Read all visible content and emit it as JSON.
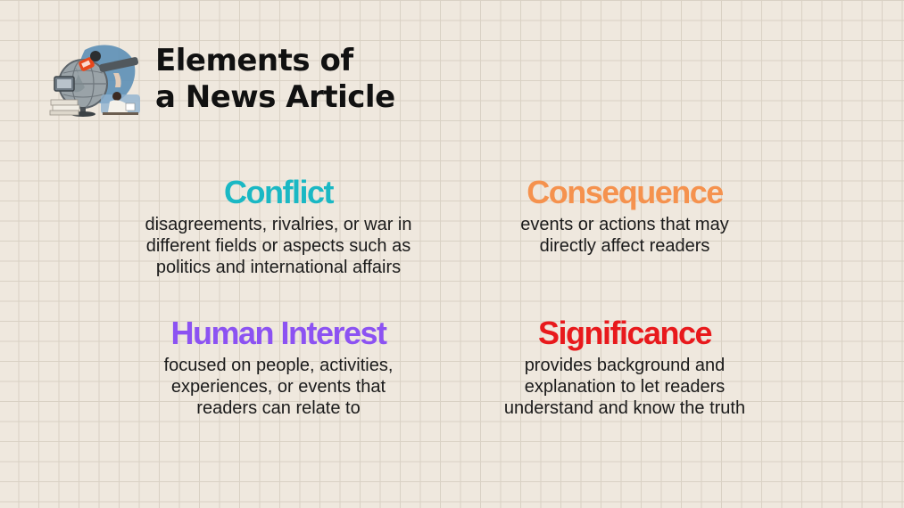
{
  "slide": {
    "title_line1": "Elements of",
    "title_line2": "a News Article"
  },
  "colors": {
    "background": "#efe8de",
    "grid": "#d9d1c4",
    "conflict": "#1ab8c4",
    "consequence": "#f5924e",
    "human_interest": "#8c52f2",
    "significance": "#e8191c"
  },
  "illustration": {
    "icons": [
      "globe-icon",
      "microphone-icon",
      "television-icon",
      "newspaper-icon",
      "person-icon"
    ]
  },
  "elements": [
    {
      "heading": "Conflict",
      "description_lines": [
        "disagreements, rivalries, or war in",
        "different fields or aspects such as",
        "politics and international affairs"
      ]
    },
    {
      "heading": "Consequence",
      "description_lines": [
        "events or actions that may",
        "directly affect readers"
      ]
    },
    {
      "heading": "Human Interest",
      "description_lines": [
        "focused on people, activities,",
        "experiences, or events that",
        "readers can relate to"
      ]
    },
    {
      "heading": "Significance",
      "description_lines": [
        "provides background and",
        "explanation to let readers",
        "understand and know the truth"
      ]
    }
  ]
}
